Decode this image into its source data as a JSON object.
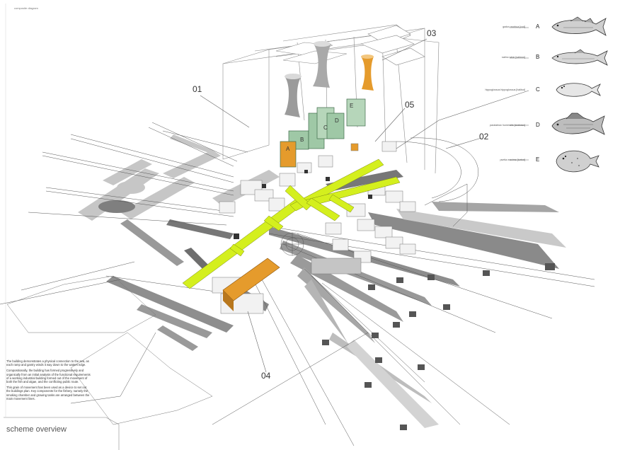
{
  "header": {
    "small_title": "composite diagram"
  },
  "callouts": {
    "c01": "01",
    "c02": "02",
    "c03": "03",
    "c04": "04",
    "c05": "05"
  },
  "block_labels": {
    "a": "A",
    "b": "B",
    "c": "C",
    "d": "D",
    "e": "E"
  },
  "fish_legend": [
    {
      "letter": "A",
      "caption": "gadus morhua [cod]"
    },
    {
      "letter": "B",
      "caption": "salmo salar [salmon]"
    },
    {
      "letter": "C",
      "caption": "hippoglossus hippoglossus [halibut]"
    },
    {
      "letter": "D",
      "caption": "paralabrax humeralis [seabass]"
    },
    {
      "letter": "E",
      "caption": "psetta maxima [turbot]"
    }
  ],
  "description": {
    "p1": "The building demonstrates a physical connection to the sea, as each ramp and gantry winds it way down to the waters edge.",
    "p2": "Compositionally, the building has formed progressively and organically from an initial analysis of the functional requirements of a working industrial building formed out of the movement of both the fish and algae, and the conflicting public route.",
    "p3": "This grain of movement has been used as a device to set out the buildings plan. Key components for the fishery, namely the smoking chamber and growing tanks are arranged between the main movement lines."
  },
  "footer": {
    "title": "scheme overview"
  },
  "colors": {
    "accent_green": "#d4ef1e",
    "accent_orange": "#e59b2c",
    "tank_green": "#9fc8a6",
    "shadow_gray": "#8a8a8a"
  },
  "icons": [
    "cod-illustration",
    "salmon-illustration",
    "halibut-illustration",
    "seabass-illustration",
    "turbot-illustration"
  ]
}
